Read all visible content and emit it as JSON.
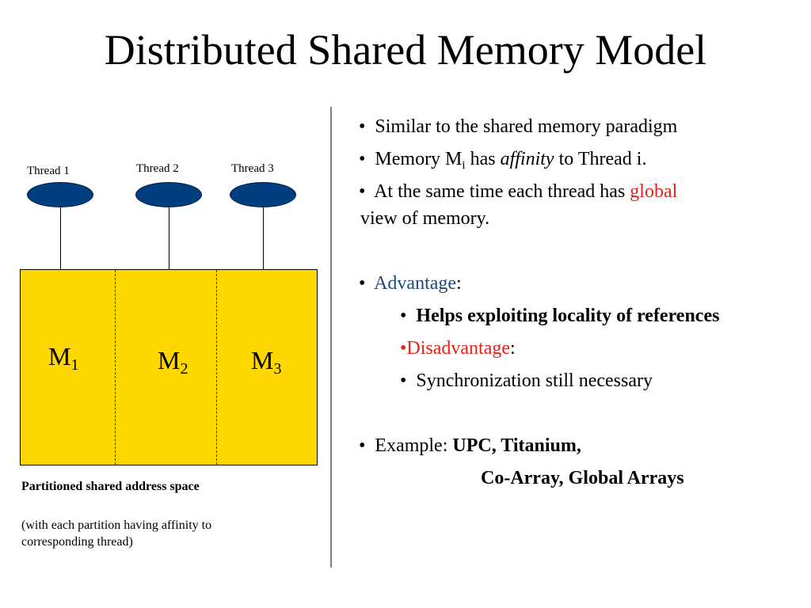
{
  "title": "Distributed Shared Memory Model",
  "diagram": {
    "threads": [
      {
        "label": "Thread 1"
      },
      {
        "label": "Thread 2"
      },
      {
        "label": "Thread 3"
      }
    ],
    "memory": [
      {
        "base": "M",
        "sub": "1"
      },
      {
        "base": "M",
        "sub": "2"
      },
      {
        "base": "M",
        "sub": "3"
      }
    ],
    "block_color": "#ffd700",
    "node_color": "#003f7f",
    "caption_title": "Partitioned shared address space",
    "caption_note": "(with each partition having affinity to corresponding thread)"
  },
  "bullets": {
    "b1": "Similar to the shared memory paradigm",
    "b2": {
      "prefix": "Memory M",
      "sub": "i",
      "middle": " has ",
      "emph": "affinity",
      "suffix": " to Thread i."
    },
    "b3": {
      "prefix": "At the same time each thread has ",
      "highlight": "global",
      "line2": "view of memory."
    },
    "advantage": {
      "label": "Advantage",
      "colon": ":"
    },
    "advantage_item": "Helps exploiting locality of references",
    "disadvantage": {
      "label": "Disadvantage",
      "colon": ":"
    },
    "disadvantage_item": "Synchronization still necessary",
    "example": {
      "prefix": "Example: ",
      "bold1": "UPC, Titanium,",
      "bold2": "Co-Array, Global Arrays"
    }
  },
  "colors": {
    "advantage": "#1f497d",
    "highlight": "#e3241b"
  }
}
